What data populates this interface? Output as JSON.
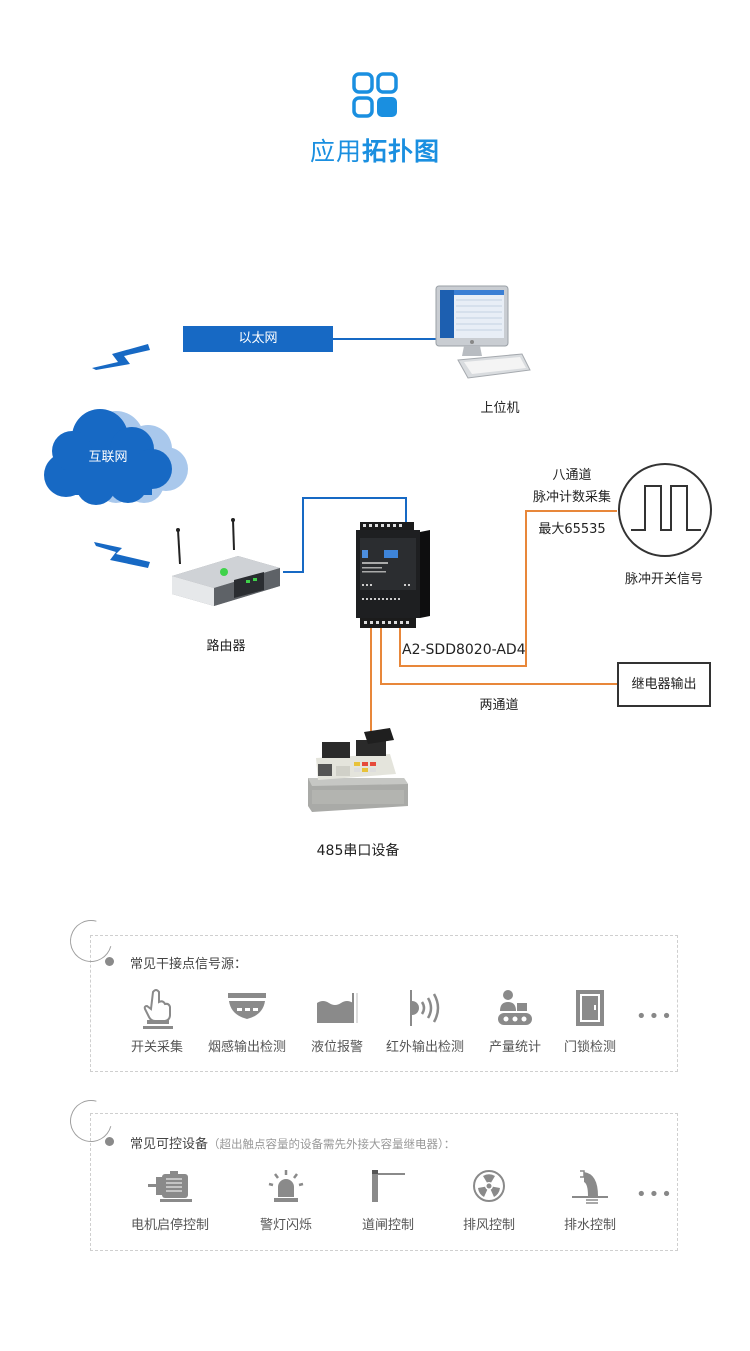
{
  "header": {
    "icon": "four-squares-grid-icon",
    "title_light": "应用",
    "title_bold": "拓扑图",
    "accent_color": "#1a8fe0"
  },
  "diagram": {
    "ethernet_label": "以太网",
    "internet_label": "互联网",
    "host_pc_label": "上位机",
    "router_label": "路由器",
    "device_model": "A2-SDD8020-AD4",
    "pulse_channels": "八通道",
    "pulse_collect": "脉冲计数采集",
    "pulse_max": "最大65535",
    "pulse_signal_label": "脉冲开关信号",
    "relay_output_label": "继电器输出",
    "relay_channels": "两通道",
    "serial_device_label": "485串口设备",
    "colors": {
      "network_blue": "#1769c4",
      "wire_orange": "#e8873a"
    }
  },
  "dry_contact_section": {
    "title": "常见干接点信号源：",
    "items": [
      {
        "label": "开关采集",
        "icon": "hand-press-button-icon"
      },
      {
        "label": "烟感输出检测",
        "icon": "smoke-detector-icon"
      },
      {
        "label": "液位报警",
        "icon": "liquid-level-icon"
      },
      {
        "label": "红外输出检测",
        "icon": "infrared-signal-icon"
      },
      {
        "label": "产量统计",
        "icon": "conveyor-worker-icon"
      },
      {
        "label": "门锁检测",
        "icon": "door-icon"
      }
    ],
    "more": "•••"
  },
  "controllable_section": {
    "title": "常见可控设备",
    "note": "（超出触点容量的设备需先外接大容量继电器）：",
    "items": [
      {
        "label": "电机启停控制",
        "icon": "motor-icon"
      },
      {
        "label": "警灯闪烁",
        "icon": "alarm-light-icon"
      },
      {
        "label": "道闸控制",
        "icon": "barrier-gate-icon"
      },
      {
        "label": "排风控制",
        "icon": "exhaust-fan-icon"
      },
      {
        "label": "排水控制",
        "icon": "drain-pipe-icon"
      }
    ],
    "more": "•••"
  }
}
